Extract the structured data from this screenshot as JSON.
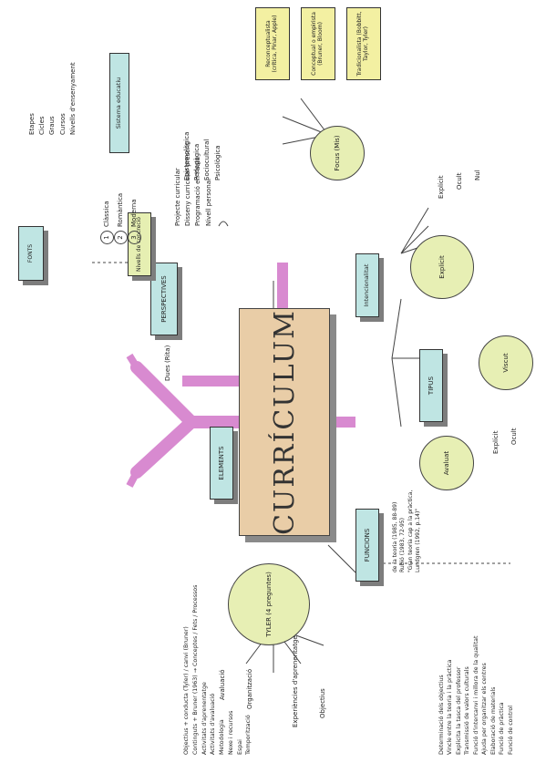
{
  "center": "CURRÍCULUM",
  "dreta": {
    "perspectives": "PERSPECTIVES",
    "dues": "Dues (Rita)",
    "list": [
      {
        "num": "1",
        "label": "Clàssica"
      },
      {
        "num": "2",
        "label": "Romàntica"
      },
      {
        "num": "3",
        "label": "Moderna"
      }
    ],
    "fonts": "FONTS",
    "fonts_items": [
      "Epistemològica",
      "Pedagògica",
      "Sociocultural",
      "Psicològica"
    ],
    "sistema": "Sistema educatiu",
    "sistema_items": [
      "Etapes",
      "Cicles",
      "Graus",
      "Cursos",
      "Nivells d'ensenyament"
    ],
    "nivells": "Nivells de concreció",
    "nivells_items": [
      "Projecte curricular",
      "Disseny curricular prescrit",
      "Programació en l'aula",
      "Nivell personal"
    ]
  },
  "dalt": {
    "intencions": "Intencionalitat",
    "focus": "Focus (Mis)",
    "focus_items": [
      "Reconceptualista (crítica, Pinar, Apple)",
      "Conceptual o empirista (Bruner, Bloom)",
      "Tradicionalista (Bobbitt, Taylor, Tyler)"
    ],
    "tipus": "TIPUS",
    "explicit": "Explícit",
    "explicit_items": [
      "Explícit",
      "Ocult",
      "Nul"
    ],
    "viscut": "Viscut",
    "viscut_items": [
      "Explícit",
      "Ocult"
    ],
    "avaluat": "Avaluat"
  },
  "esquerra": {
    "elements": "ELEMENTS",
    "elements_items": [
      "Objectius + conducta (Tyler) / canvi (Bruner)",
      "Continguts + Bruner (1963) → Conceptes / Fets / Processos",
      "Activitats d'aprenentatge",
      "Activitats d'avaluació",
      "Metodologia",
      "Nexe i recursos",
      "Espai",
      "Temporització"
    ],
    "tyler": "TYLER (4 preguntes)",
    "tyler_items": [
      "Objectius",
      "Experiències d'aprenentatge",
      "Organització",
      "Avaluació"
    ],
    "funcions": "FUNCIONS",
    "funcions_note": [
      "de la teoria (1985, 88-89)",
      "Rubió (1983, 72-95)",
      "\"Gran teoria cap a la pràctica,",
      "Lundgren (1992, p.14)\""
    ],
    "funcions_items": [
      "Determinació dels objectius",
      "Vincle entre la teoria i la pràctica",
      "Explicita la tasca del professor",
      "Transmissió de valors culturals",
      "Funció d'intercanvi i millora de la qualitat",
      "Ajuda per organitzar els centres",
      "Elaboració de materials",
      "Funció de pràctica",
      "Funció de control"
    ]
  }
}
